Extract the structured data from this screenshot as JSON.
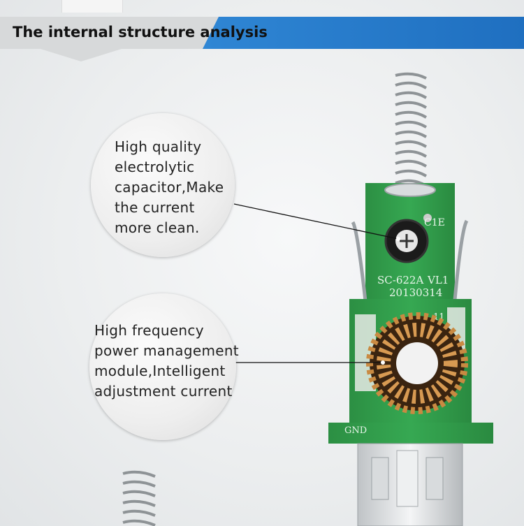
{
  "header": {
    "title": "The internal structure analysis"
  },
  "callouts": [
    {
      "text": "High quality\nelectrolytic\ncapacitor,Make\nthe current\nmore clean."
    },
    {
      "text": "High frequency\npower management\nmodule,Intelligent\nadjustment current"
    }
  ],
  "board": {
    "upper_label": "C1E",
    "model_label": "SC-622A",
    "variant_label": "VL1",
    "date_label": "20130314",
    "pin_label": "11",
    "ground_label": "GND"
  },
  "colors": {
    "header_blue": "#2f86d4",
    "header_gray": "#d7d9da",
    "pcb_green": "#2e9a48"
  }
}
